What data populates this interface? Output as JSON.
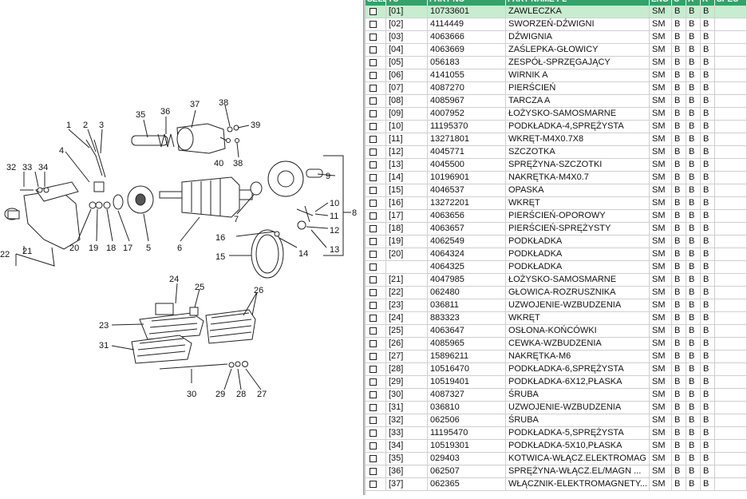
{
  "grid": {
    "columns": [
      "SELECT",
      "TC",
      "PART NO",
      "PART NAME PL",
      "ENG",
      "C",
      "A",
      "K",
      "SPEC"
    ],
    "rows": [
      {
        "pos": "[01]",
        "part_no": "10733601",
        "name": "ZAWLECZKA",
        "eng": "SM",
        "c": "B",
        "a": "B",
        "k": "B",
        "selected": true
      },
      {
        "pos": "[02]",
        "part_no": "4114449",
        "name": "SWORZEŃ-DŹWIGNI",
        "eng": "SM",
        "c": "B",
        "a": "B",
        "k": "B"
      },
      {
        "pos": "[03]",
        "part_no": "4063666",
        "name": "DŹWIGNIA",
        "eng": "SM",
        "c": "B",
        "a": "B",
        "k": "B"
      },
      {
        "pos": "[04]",
        "part_no": "4063669",
        "name": "ZAŚLEPKA-GŁOWICY",
        "eng": "SM",
        "c": "B",
        "a": "B",
        "k": "B"
      },
      {
        "pos": "[05]",
        "part_no": "056183",
        "name": "ZESPÓŁ-SPRZĘGAJĄCY",
        "eng": "SM",
        "c": "B",
        "a": "B",
        "k": "B"
      },
      {
        "pos": "[06]",
        "part_no": "4141055",
        "name": "WIRNIK A",
        "eng": "SM",
        "c": "B",
        "a": "B",
        "k": "B"
      },
      {
        "pos": "[07]",
        "part_no": "4087270",
        "name": "PIERŚCIEŃ",
        "eng": "SM",
        "c": "B",
        "a": "B",
        "k": "B"
      },
      {
        "pos": "[08]",
        "part_no": "4085967",
        "name": "TARCZA A",
        "eng": "SM",
        "c": "B",
        "a": "B",
        "k": "B"
      },
      {
        "pos": "[09]",
        "part_no": "4007952",
        "name": "ŁOŻYSKO-SAMOSMARNE",
        "eng": "SM",
        "c": "B",
        "a": "B",
        "k": "B"
      },
      {
        "pos": "[10]",
        "part_no": "11195370",
        "name": "PODKŁADKA-4,SPRĘŻYSTA",
        "eng": "SM",
        "c": "B",
        "a": "B",
        "k": "B"
      },
      {
        "pos": "[11]",
        "part_no": "13271801",
        "name": "WKRĘT-M4X0.7X8",
        "eng": "SM",
        "c": "B",
        "a": "B",
        "k": "B"
      },
      {
        "pos": "[12]",
        "part_no": "4045771",
        "name": "SZCZOTKA",
        "eng": "SM",
        "c": "B",
        "a": "B",
        "k": "B"
      },
      {
        "pos": "[13]",
        "part_no": "4045500",
        "name": "SPRĘŻYNA-SZCZOTKI",
        "eng": "SM",
        "c": "B",
        "a": "B",
        "k": "B"
      },
      {
        "pos": "[14]",
        "part_no": "10196901",
        "name": "NAKRĘTKA-M4X0.7",
        "eng": "SM",
        "c": "B",
        "a": "B",
        "k": "B"
      },
      {
        "pos": "[15]",
        "part_no": "4046537",
        "name": "OPASKA",
        "eng": "SM",
        "c": "B",
        "a": "B",
        "k": "B"
      },
      {
        "pos": "[16]",
        "part_no": "13272201",
        "name": "WKRĘT",
        "eng": "SM",
        "c": "B",
        "a": "B",
        "k": "B"
      },
      {
        "pos": "[17]",
        "part_no": "4063656",
        "name": "PIERŚCIEŃ-OPOROWY",
        "eng": "SM",
        "c": "B",
        "a": "B",
        "k": "B"
      },
      {
        "pos": "[18]",
        "part_no": "4063657",
        "name": "PIERŚCIEŃ-SPRĘŻYSTY",
        "eng": "SM",
        "c": "B",
        "a": "B",
        "k": "B"
      },
      {
        "pos": "[19]",
        "part_no": "4062549",
        "name": "PODKŁADKA",
        "eng": "SM",
        "c": "B",
        "a": "B",
        "k": "B"
      },
      {
        "pos": "[20]",
        "part_no": "4064324",
        "name": "PODKŁADKA",
        "eng": "SM",
        "c": "B",
        "a": "B",
        "k": "B"
      },
      {
        "pos": "",
        "part_no": "4064325",
        "name": "PODKŁADKA",
        "eng": "SM",
        "c": "B",
        "a": "B",
        "k": "B"
      },
      {
        "pos": "[21]",
        "part_no": "4047985",
        "name": "ŁOŻYSKO-SAMOSMARNE",
        "eng": "SM",
        "c": "B",
        "a": "B",
        "k": "B"
      },
      {
        "pos": "[22]",
        "part_no": "062480",
        "name": "GŁOWICA-ROZRUSZNIKA",
        "eng": "SM",
        "c": "B",
        "a": "B",
        "k": "B"
      },
      {
        "pos": "[23]",
        "part_no": "036811",
        "name": "UZWOJENIE-WZBUDZENIA",
        "eng": "SM",
        "c": "B",
        "a": "B",
        "k": "B"
      },
      {
        "pos": "[24]",
        "part_no": "883323",
        "name": "WKRĘT",
        "eng": "SM",
        "c": "B",
        "a": "B",
        "k": "B"
      },
      {
        "pos": "[25]",
        "part_no": "4063647",
        "name": "OSŁONA-KOŃCÓWKI",
        "eng": "SM",
        "c": "B",
        "a": "B",
        "k": "B"
      },
      {
        "pos": "[26]",
        "part_no": "4085965",
        "name": "CEWKA-WZBUDZENIA",
        "eng": "SM",
        "c": "B",
        "a": "B",
        "k": "B"
      },
      {
        "pos": "[27]",
        "part_no": "15896211",
        "name": "NAKRĘTKA-M6",
        "eng": "SM",
        "c": "B",
        "a": "B",
        "k": "B"
      },
      {
        "pos": "[28]",
        "part_no": "10516470",
        "name": "PODKŁADKA-6,SPRĘŻYSTA",
        "eng": "SM",
        "c": "B",
        "a": "B",
        "k": "B"
      },
      {
        "pos": "[29]",
        "part_no": "10519401",
        "name": "PODKŁADKA-6X12,PŁASKA",
        "eng": "SM",
        "c": "B",
        "a": "B",
        "k": "B"
      },
      {
        "pos": "[30]",
        "part_no": "4087327",
        "name": "ŚRUBA",
        "eng": "SM",
        "c": "B",
        "a": "B",
        "k": "B"
      },
      {
        "pos": "[31]",
        "part_no": "036810",
        "name": "UZWOJENIE-WZBUDZENIA",
        "eng": "SM",
        "c": "B",
        "a": "B",
        "k": "B"
      },
      {
        "pos": "[32]",
        "part_no": "062506",
        "name": "ŚRUBA",
        "eng": "SM",
        "c": "B",
        "a": "B",
        "k": "B"
      },
      {
        "pos": "[33]",
        "part_no": "11195470",
        "name": "PODKŁADKA-5,SPRĘŻYSTA",
        "eng": "SM",
        "c": "B",
        "a": "B",
        "k": "B"
      },
      {
        "pos": "[34]",
        "part_no": "10519301",
        "name": "PODKŁADKA-5X10,PŁASKA",
        "eng": "SM",
        "c": "B",
        "a": "B",
        "k": "B"
      },
      {
        "pos": "[35]",
        "part_no": "029403",
        "name": "KOTWICA-WŁĄCZ.ELEKTROMAG",
        "eng": "SM",
        "c": "B",
        "a": "B",
        "k": "B"
      },
      {
        "pos": "[36]",
        "part_no": "062507",
        "name": "SPRĘŻYNA-WŁĄCZ.EL/MAGN ...",
        "eng": "SM",
        "c": "B",
        "a": "B",
        "k": "B"
      },
      {
        "pos": "[37]",
        "part_no": "062365",
        "name": "WŁĄCZNIK-ELEKTROMAGNETY...",
        "eng": "SM",
        "c": "B",
        "a": "B",
        "k": "B"
      }
    ]
  },
  "diagram": {
    "callouts": [
      "1",
      "2",
      "3",
      "4",
      "5",
      "6",
      "7",
      "8",
      "9",
      "10",
      "11",
      "12",
      "13",
      "14",
      "15",
      "16",
      "17",
      "18",
      "19",
      "20",
      "21",
      "22",
      "23",
      "24",
      "25",
      "26",
      "27",
      "28",
      "29",
      "30",
      "31",
      "32",
      "33",
      "34",
      "35",
      "36",
      "37",
      "38",
      "38",
      "39",
      "40"
    ]
  },
  "colors": {
    "header_bg": "#34a26a",
    "selected_row": "#c8ecd0",
    "grid_line": "#cfcfcf"
  }
}
